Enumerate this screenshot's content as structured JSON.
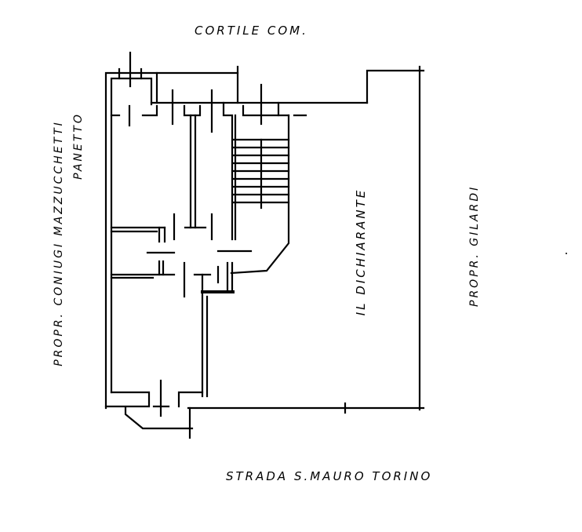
{
  "labels": {
    "top": "CORTILE COM.",
    "bottom": "STRADA S.MAURO TORINO",
    "left_line1": "PROPR. CONIUGI MAZZUCCHETTI",
    "left_line2": "PANETTO",
    "center": "IL DICHIARANTE",
    "right": "PROPR. GILARDI"
  }
}
